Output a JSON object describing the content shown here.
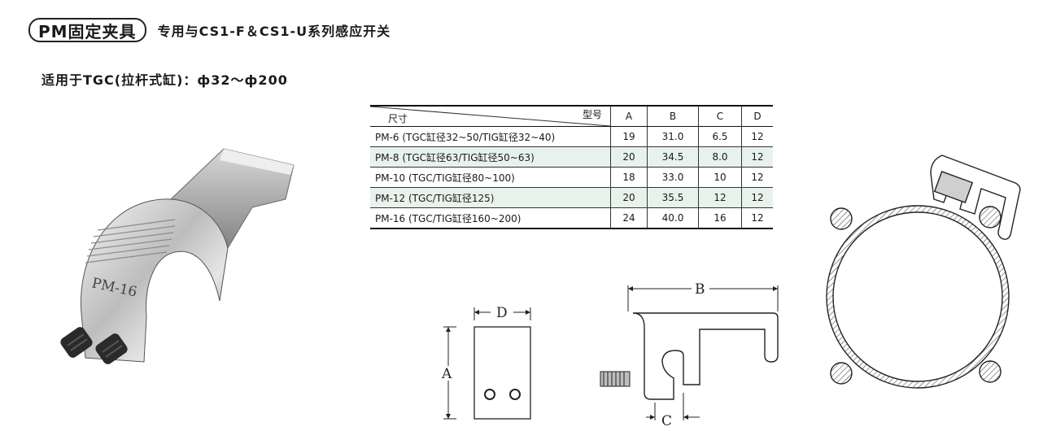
{
  "header": {
    "title": "PM固定夹具",
    "subtitle": "专用与CS1-F＆CS1-U系列感应开关"
  },
  "applies_to": "适用于TGC(拉杆式缸)：ф32～ф200",
  "table": {
    "corner_model": "型号",
    "corner_size": "尺寸",
    "columns": [
      "A",
      "B",
      "C",
      "D"
    ],
    "rows": [
      {
        "model": "PM-6  (TGC缸径32~50/TIG缸径32~40)",
        "a": "19",
        "b": "31.0",
        "c": "6.5",
        "d": "12",
        "shaded": false
      },
      {
        "model": "PM-8  (TGC缸径63/TIG缸径50~63)",
        "a": "20",
        "b": "34.5",
        "c": "8.0",
        "d": "12",
        "shaded": true
      },
      {
        "model": "PM-10 (TGC/TIG缸径80~100)",
        "a": "18",
        "b": "33.0",
        "c": "10",
        "d": "12",
        "shaded": false
      },
      {
        "model": "PM-12 (TGC/TIG缸径125)",
        "a": "20",
        "b": "35.5",
        "c": "12",
        "d": "12",
        "shaded": true
      },
      {
        "model": "PM-16 (TGC/TIG缸径160~200)",
        "a": "24",
        "b": "40.0",
        "c": "16",
        "d": "12",
        "shaded": false
      }
    ]
  },
  "photo": {
    "engraving": "PM-16"
  },
  "dims": {
    "a": "A",
    "b": "B",
    "c": "C",
    "d": "D"
  }
}
